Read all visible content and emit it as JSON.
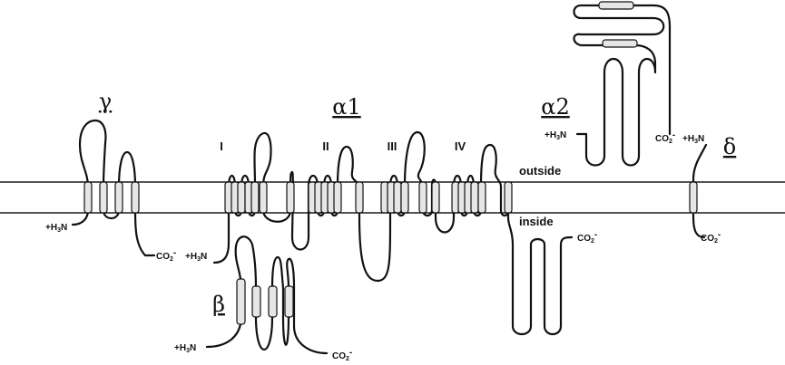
{
  "subunits": {
    "gamma": "γ",
    "alpha1": "α1",
    "alpha2": "α2",
    "beta": "β",
    "delta": "δ"
  },
  "domains": [
    "I",
    "II",
    "III",
    "IV"
  ],
  "membrane_sides": {
    "outside": "outside",
    "inside": "inside"
  },
  "termini": {
    "gamma_n": {
      "prefix": "+H",
      "sub": "3",
      "suffix": "N"
    },
    "gamma_c": {
      "prefix": "CO",
      "sub": "2",
      "suffix": "-"
    },
    "alpha1_n": {
      "prefix": "+H",
      "sub": "3",
      "suffix": "N"
    },
    "alpha1_c": {
      "prefix": "CO",
      "sub": "2",
      "suffix": "-"
    },
    "beta_n": {
      "prefix": "+H",
      "sub": "3",
      "suffix": "N"
    },
    "beta_c": {
      "prefix": "CO",
      "sub": "2",
      "suffix": "-"
    },
    "alpha2_n": {
      "prefix": "+H",
      "sub": "3",
      "suffix": "N"
    },
    "alpha2_c": {
      "prefix": "CO",
      "sub": "2",
      "suffix": "-"
    },
    "delta_n": {
      "prefix": "+H",
      "sub": "3",
      "suffix": "N"
    },
    "delta_c": {
      "prefix": "CO",
      "sub": "2",
      "suffix": "-"
    }
  },
  "colors": {
    "line": "#111111",
    "helix_fill": "#e6e6e6",
    "background": "#ffffff"
  }
}
